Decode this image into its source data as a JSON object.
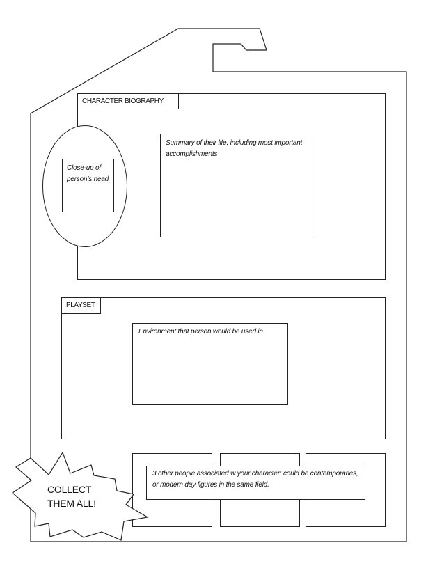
{
  "sections": {
    "biography": {
      "title": "CHARACTER BIOGRAPHY",
      "head_box": "Close-up of person’s head",
      "summary_box": "Summary of their life, including most important accomplishments"
    },
    "playset": {
      "title": "PLAYSET",
      "environment_box": "Environment that person would be used in"
    },
    "associates": {
      "note": "3 other people associated w your character: could be contemporaries, or modern day figures in the same field."
    }
  },
  "burst": {
    "text_line1": "COLLECT",
    "text_line2": "THEM ALL!"
  }
}
